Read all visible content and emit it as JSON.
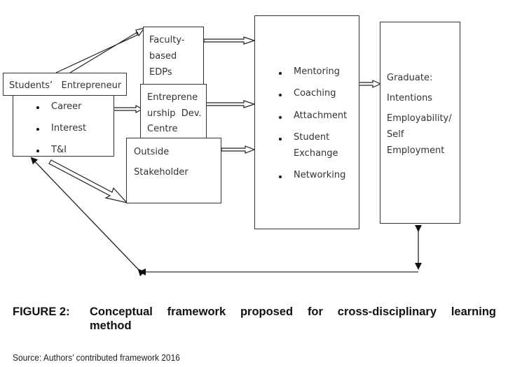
{
  "diagram": {
    "students": {
      "title": "Students’   Entrepreneur",
      "items": [
        "Career",
        "Interest",
        "T&I"
      ]
    },
    "faculty": {
      "lines": [
        "Faculty-",
        "based",
        "EDPs"
      ]
    },
    "edc": {
      "lines": [
        "Entreprene",
        "urship  Dev.",
        "Centre"
      ]
    },
    "outside": {
      "lines": [
        "Outside",
        "Stakeholder"
      ]
    },
    "activities": {
      "items": [
        "Mentoring",
        "Coaching",
        "Attachment",
        "Student",
        "Networking"
      ],
      "student_line2": "Exchange"
    },
    "graduate": {
      "lines": [
        "Graduate:",
        "Intentions",
        "Employability/",
        "Self",
        "Employment"
      ]
    }
  },
  "caption": {
    "label": "FIGURE 2:",
    "text_line1": "Conceptual framework proposed for cross-disciplinary learning",
    "text_line2": "method"
  },
  "source": "Source: Authors’ contributed framework 2016"
}
